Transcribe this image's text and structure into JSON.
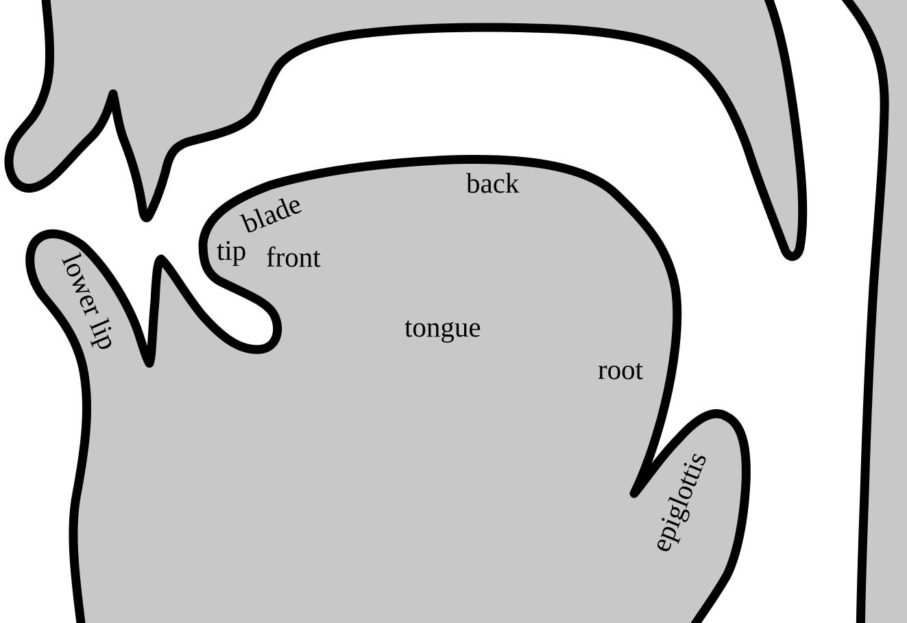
{
  "diagram": {
    "labels": {
      "back": "back",
      "blade": "blade",
      "tip": "tip",
      "front": "front",
      "tongue": "tongue",
      "root": "root",
      "lower_lip": "lower lip",
      "epiglottis": "epiglottis"
    },
    "colors": {
      "tissue_fill": "#c8c8c8",
      "outline": "#000000",
      "background": "#ffffff"
    }
  }
}
